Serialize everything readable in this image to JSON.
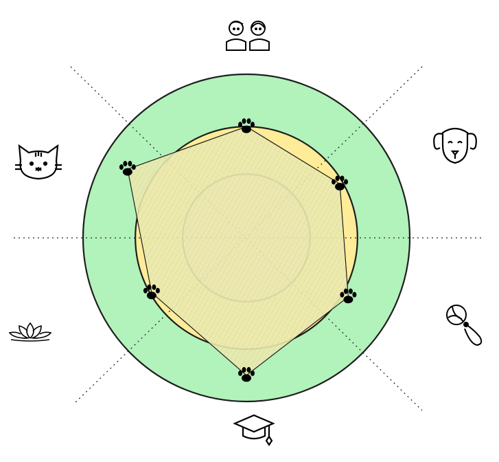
{
  "chart_data": {
    "type": "radar",
    "title": "",
    "categories": [
      "kids",
      "dog",
      "rope-toy",
      "graduation",
      "lotus",
      "cat"
    ],
    "icons": [
      "kids-icon",
      "dog-icon",
      "rope-toy-icon",
      "graduation-cap-icon",
      "lotus-icon",
      "cat-icon"
    ],
    "values": [
      68,
      66,
      72,
      84,
      67,
      84
    ],
    "range": [
      0,
      100
    ],
    "bands": [
      {
        "name": "outer",
        "upper": 100,
        "color": "#b2f2bb"
      },
      {
        "name": "middle",
        "upper": 68,
        "color": "#ffec99"
      },
      {
        "name": "inner",
        "upper": 39,
        "color": "#f5d0d6"
      }
    ],
    "marker": "paw-icon",
    "series_fill": "#c9e7c9",
    "grid": "dotted-spokes"
  }
}
